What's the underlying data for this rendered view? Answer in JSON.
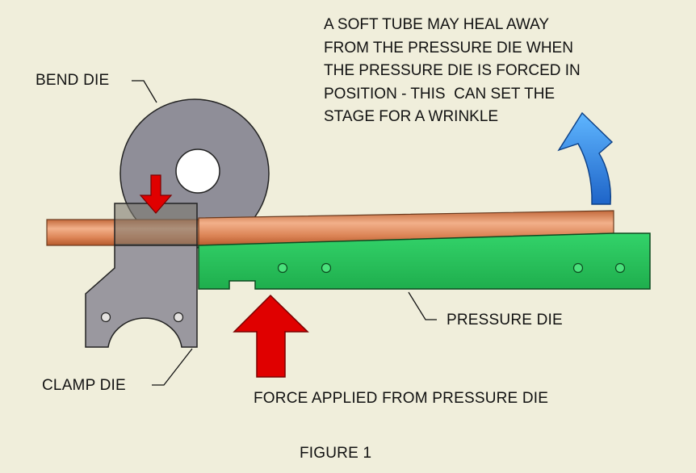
{
  "labels": {
    "bend_die": "BEND DIE",
    "clamp_die": "CLAMP DIE",
    "pressure_die": "PRESSURE DIE",
    "force": "FORCE APPLIED FROM PRESSURE DIE",
    "figure": "FIGURE 1"
  },
  "note_lines": [
    "A SOFT TUBE MAY HEAL AWAY",
    "FROM THE PRESSURE DIE WHEN",
    "THE PRESSURE DIE IS FORCED IN",
    "POSITION - THIS  CAN SET THE",
    "STAGE FOR A WRINKLE"
  ],
  "colors": {
    "background": "#f0eedb",
    "bend_die": "#8f8e98",
    "clamp_die": "#9a989f",
    "tube": "#e8996c",
    "pressure_die": "#27c45a",
    "force_arrow": "#e00000",
    "heal_arrow": "#2f8fe6"
  }
}
